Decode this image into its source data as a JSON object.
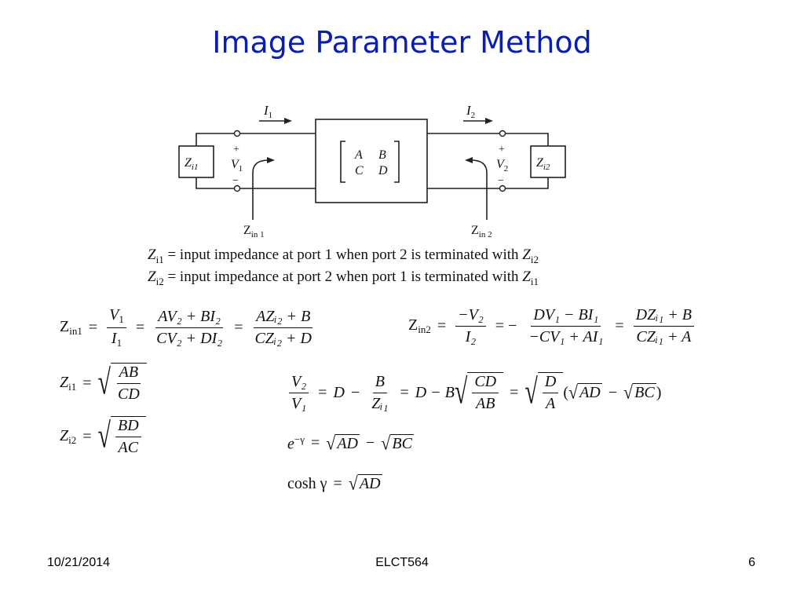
{
  "slide": {
    "title": "Image Parameter Method",
    "footer": {
      "date": "10/21/2014",
      "course": "ELCT564",
      "page": "6"
    }
  },
  "diagram": {
    "current_1": "I",
    "current_1_sub": "1",
    "current_2": "I",
    "current_2_sub": "2",
    "left_load": "Z",
    "left_load_sub": "i1",
    "right_load": "Z",
    "right_load_sub": "i2",
    "v1": "V",
    "v1_sub": "1",
    "v2": "V",
    "v2_sub": "2",
    "plus": "+",
    "minus": "−",
    "matrix": {
      "a": "A",
      "b": "B",
      "c": "C",
      "d": "D"
    },
    "zin1": "Z",
    "zin1_sub": "in 1",
    "zin2": "Z",
    "zin2_sub": "in 2"
  },
  "definitions": [
    {
      "lhs": "Z",
      "lhs_sub": "i1",
      "text": " = input impedance at port 1 when port 2 is terminated with ",
      "rhs": "Z",
      "rhs_sub": "i2"
    },
    {
      "lhs": "Z",
      "lhs_sub": "i2",
      "text": " = input impedance at port 2 when port 1 is terminated with ",
      "rhs": "Z",
      "rhs_sub": "i1"
    }
  ],
  "equations": {
    "zin1": {
      "lhs": "Z",
      "lhs_sub": "in1",
      "f1_num": "V",
      "f1_num_sub": "1",
      "f1_den": "I",
      "f1_den_sub": "1",
      "f2_num": "AV₂ + BI₂",
      "f2_den": "CV₂ + DI₂",
      "f3_num": "AZᵢ₂ + B",
      "f3_den": "CZᵢ₂ + D"
    },
    "zin2": {
      "lhs": "Z",
      "lhs_sub": "in2",
      "f1_num": "−V₂",
      "f1_den": "I₂",
      "f2_num": "DV₁ − BI₁",
      "f2_den": "−CV₁ + AI₁",
      "f3_num": "DZᵢ₁ + B",
      "f3_den": "CZᵢ₁ + A"
    },
    "zi1": {
      "lhs": "Z",
      "lhs_sub": "i1",
      "num": "AB",
      "den": "CD"
    },
    "zi2": {
      "lhs": "Z",
      "lhs_sub": "i2",
      "num": "BD",
      "den": "AC"
    },
    "ratio": {
      "lhs_num": "V₂",
      "lhs_den": "V₁",
      "t1": "D",
      "t2_num": "B",
      "t2_den": "Zᵢ₁",
      "t3": "D − B",
      "r1_num": "CD",
      "r1_den": "AB",
      "r2_num": "D",
      "r2_den": "A",
      "tail_open": "(",
      "ad": "AD",
      "bc": "BC",
      "tail_close": ")"
    },
    "gamma": {
      "lhs": "e",
      "lhs_sup": "−γ",
      "ad": "AD",
      "bc": "BC"
    },
    "cosh": {
      "lhs": "cosh γ",
      "ad": "AD"
    }
  }
}
